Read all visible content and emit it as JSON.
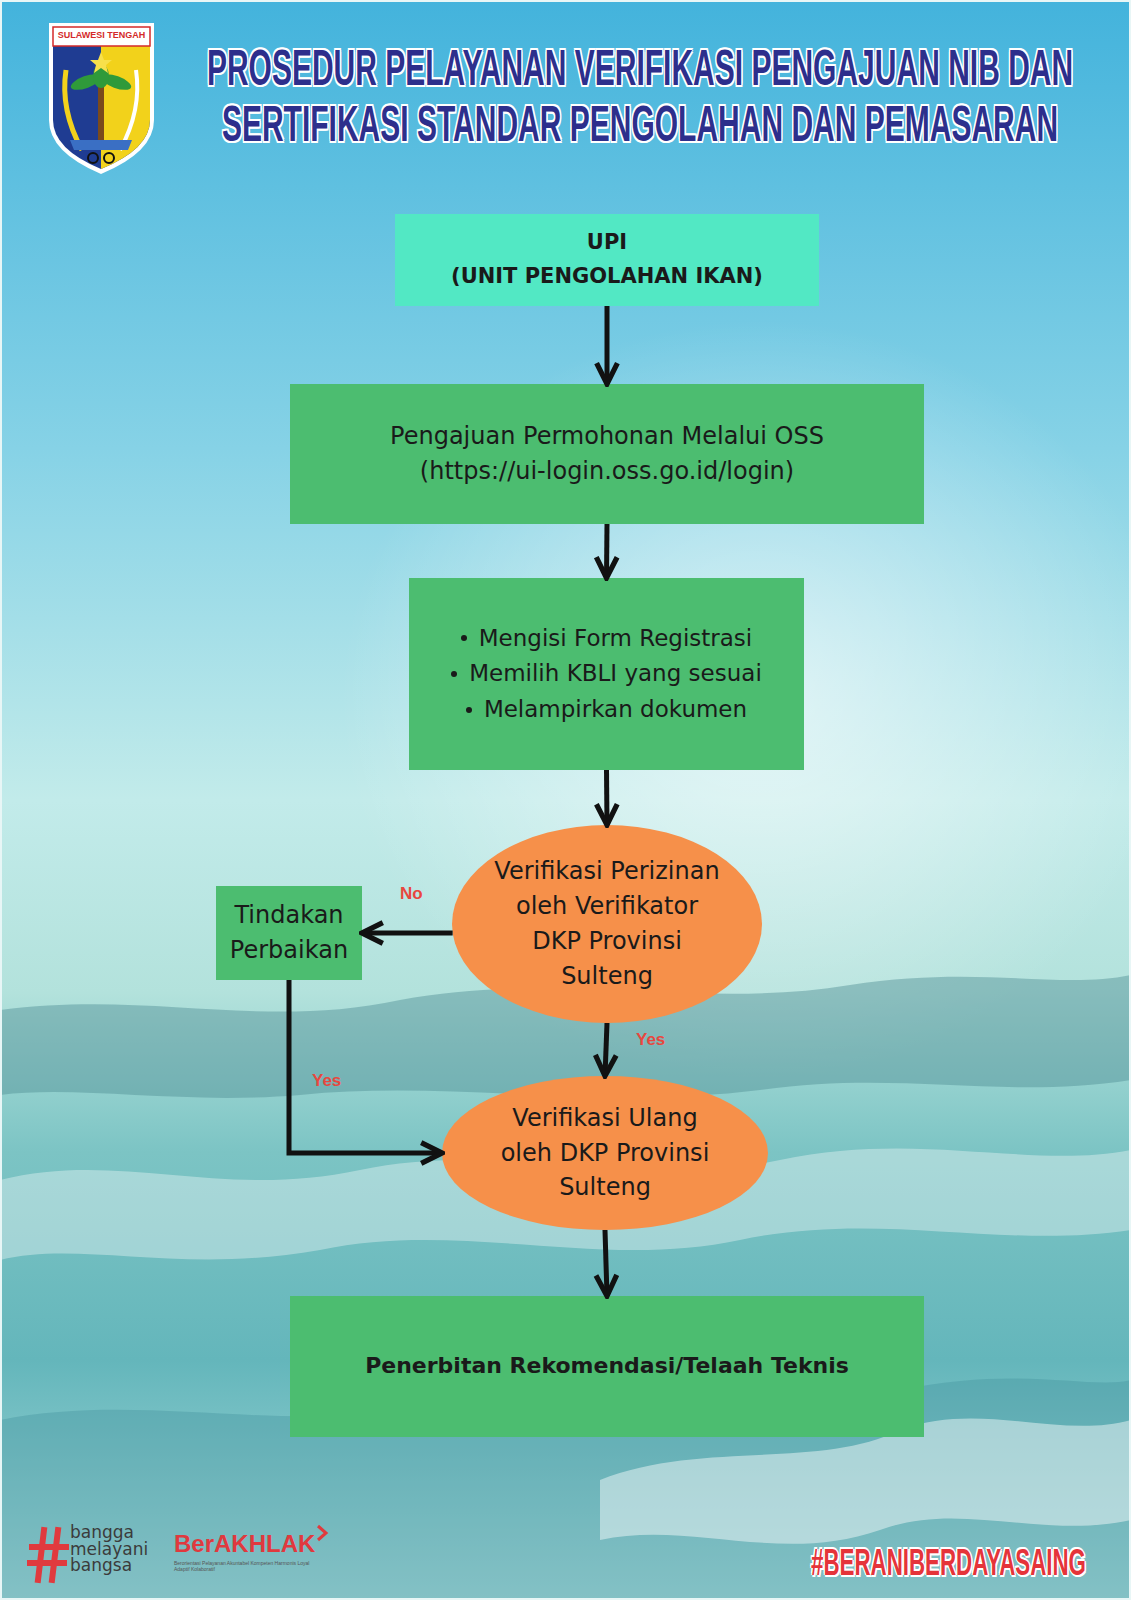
{
  "diagram": {
    "title": "PROSEDUR PELAYANAN VERIFIKASI PENGAJUAN NIB DAN SERTIFIKASI STANDAR PENGOLAHAN DAN PEMASARAN",
    "nodes": [
      {
        "text": [
          "UPI",
          "(UNIT PENGOLAHAN IKAN)"
        ]
      },
      {
        "text": [
          "Pengajuan Permohonan Melalui OSS",
          "(https://ui-login.oss.go.id/login)"
        ]
      },
      {
        "text": [
          "Mengisi Form Registrasi",
          "Memilih KBLI yang sesuai",
          "Melampirkan dokumen"
        ]
      },
      {
        "text": [
          "Verifikasi Perizinan oleh Verifikator DKP Provinsi Sulteng"
        ]
      },
      {
        "text": [
          "Tindakan Perbaikan"
        ]
      },
      {
        "text": [
          "Verifikasi Ulang oleh DKP Provinsi Sulteng"
        ]
      },
      {
        "text": [
          "Penerbitan Rekomendasi/Telaah Teknis"
        ]
      }
    ],
    "edges": [
      {
        "from": 0,
        "to": 1,
        "arrow": "to"
      },
      {
        "from": 1,
        "to": 2,
        "arrow": "to"
      },
      {
        "from": 2,
        "to": 3,
        "arrow": "to"
      },
      {
        "from": 3,
        "to": 4,
        "label": "No",
        "arrow": "to"
      },
      {
        "from": 3,
        "to": 5,
        "label": "Yes",
        "arrow": "to"
      },
      {
        "from": 4,
        "to": 5,
        "label": "Yes",
        "arrow": "to"
      },
      {
        "from": 5,
        "to": 6,
        "arrow": "to"
      }
    ],
    "labels": [
      "SULAWESI TENGAH",
      "bangga melayani bangsa",
      "BerAKHLAK",
      "Berorientasi Pelayanan Akuntabel Kompeten Harmonis Loyal Adaptif Kolaboratif",
      "#BERANIBERDAYASAING"
    ]
  }
}
